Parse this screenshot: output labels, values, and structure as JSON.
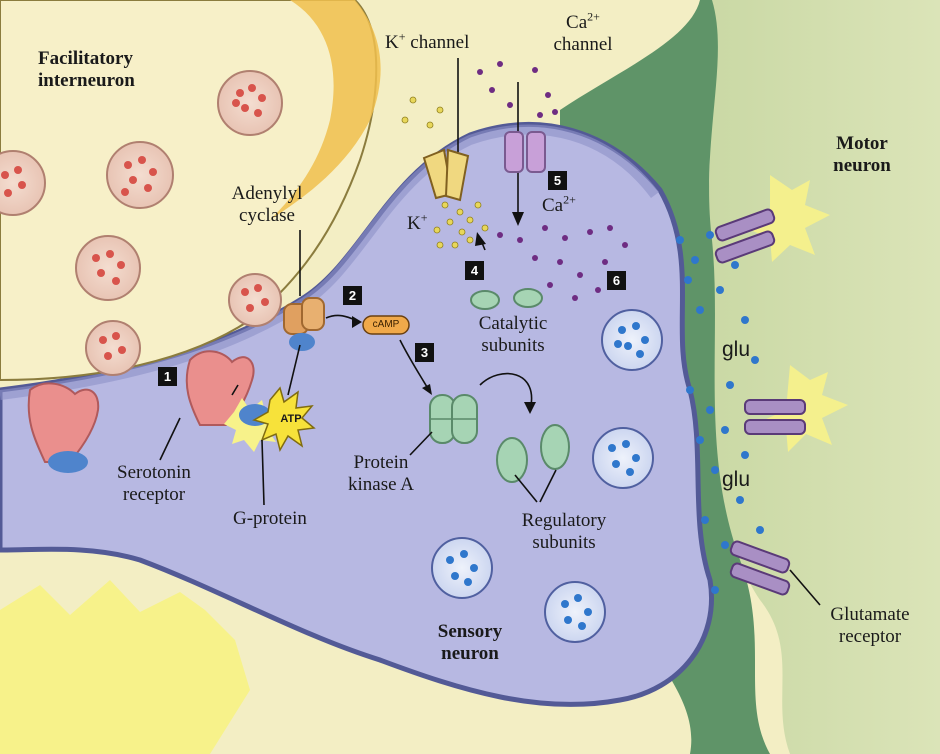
{
  "labels": {
    "facilitatory_l1": "Facilitatory",
    "facilitatory_l2": "interneuron",
    "k_channel_base": "K",
    "k_channel_sup": "+",
    "k_channel_rest": " channel",
    "ca_channel_base": "Ca",
    "ca_channel_sup": "2+",
    "ca_channel_rest": "channel",
    "motor_l1": "Motor",
    "motor_l2": "neuron",
    "adenylyl_l1": "Adenylyl",
    "adenylyl_l2": "cyclase",
    "k_ion_base": "K",
    "k_ion_sup": "+",
    "ca_ion_base": "Ca",
    "ca_ion_sup": "2+",
    "camp": "cAMP",
    "atp": "ATP",
    "catalytic_l1": "Catalytic",
    "catalytic_l2": "subunits",
    "glu": "glu",
    "serotonin_l1": "Serotonin",
    "serotonin_l2": "receptor",
    "g_protein": "G-protein",
    "pka_l1": "Protein",
    "pka_l2": "kinase A",
    "regulatory_l1": "Regulatory",
    "regulatory_l2": "subunits",
    "sensory_l1": "Sensory",
    "sensory_l2": "neuron",
    "glutamate_l1": "Glutamate",
    "glutamate_l2": "receptor"
  },
  "steps": [
    "1",
    "2",
    "3",
    "4",
    "5",
    "6"
  ],
  "colors": {
    "background": "#f3eec4",
    "interneuron": "#f7f0c8",
    "sensory_neuron": "#b7b8e2",
    "motor_neuron": "#d0dcac",
    "synaptic_cleft": "#5f9468",
    "vesicle_red": "#d8544c",
    "vesicle_blue": "#2f77cc",
    "receptor_pink": "#ea8f8d",
    "pka_green": "#a6d4b4",
    "channel_purple": "#a98fc4",
    "cyclase_orange": "#e0a060",
    "ion_yellow": "#e8d75a",
    "ion_purple": "#6e2c82"
  }
}
